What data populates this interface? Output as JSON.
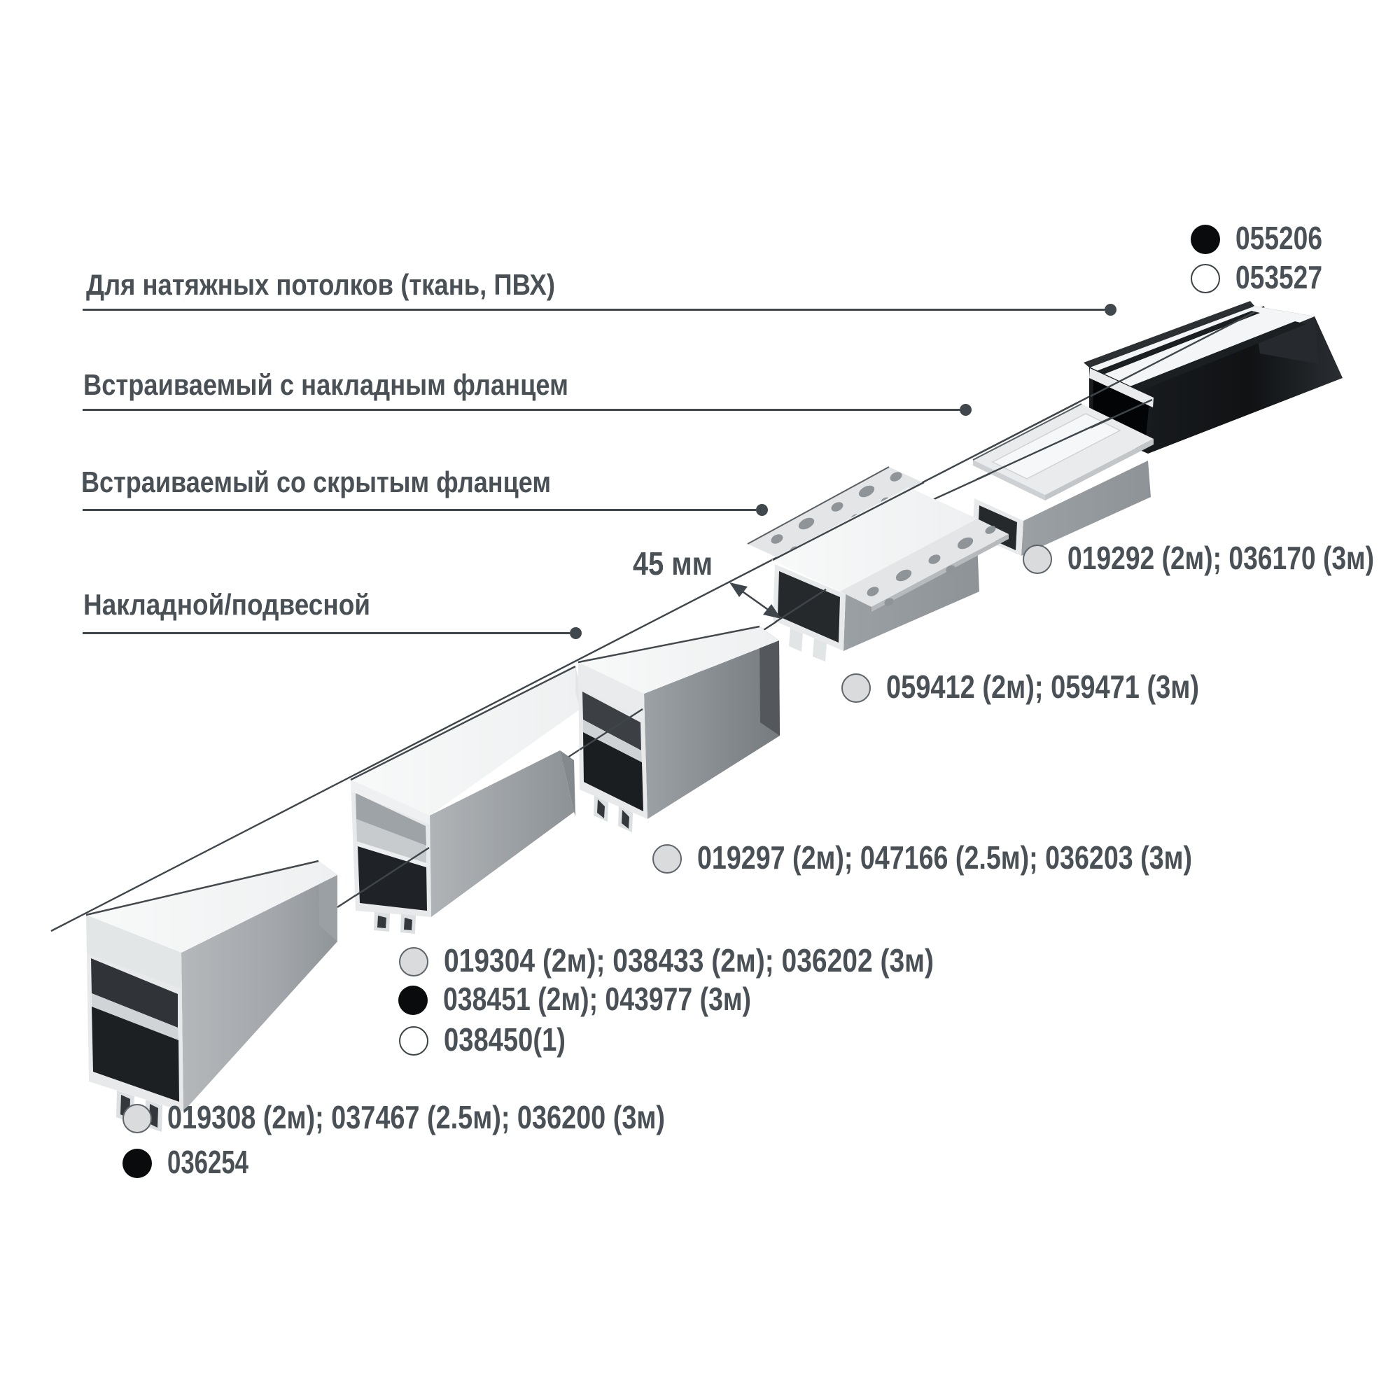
{
  "labels": [
    {
      "id": "stretch-ceiling",
      "text": "Для натяжных потолков (ткань, ПВХ)"
    },
    {
      "id": "recessed-surface-flange",
      "text": "Встраиваемый с накладным фланцем"
    },
    {
      "id": "recessed-hidden-flange",
      "text": "Встраиваемый со скрытым фланцем"
    },
    {
      "id": "surface-suspended",
      "text": "Накладной/подвесной"
    }
  ],
  "dimension": {
    "text": "45 мм"
  },
  "products": [
    {
      "bullet": "black",
      "text": "055206"
    },
    {
      "bullet": "white",
      "text": "053527"
    },
    {
      "bullet": "gray",
      "text": "019292 (2м); 036170 (3м)"
    },
    {
      "bullet": "gray",
      "text": "059412 (2м); 059471 (3м)"
    },
    {
      "bullet": "gray",
      "text": "019297 (2м); 047166 (2.5м); 036203 (3м)"
    },
    {
      "bullet": "gray",
      "text": "019304 (2м); 038433 (2м); 036202 (3м)"
    },
    {
      "bullet": "black",
      "text": "038451 (2м); 043977 (3м)"
    },
    {
      "bullet": "white",
      "text": "038450(1)"
    },
    {
      "bullet": "gray",
      "text": "019308 (2м); 037467 (2.5м); 036200 (3м)"
    },
    {
      "bullet": "black",
      "text": "036254"
    }
  ],
  "colors": {
    "text": "#4a5156",
    "line": "#41484d",
    "bullet_gray": "#d9dbdd",
    "bullet_black": "#0a0b0c",
    "bullet_white": "#ffffff",
    "aluminum_light": "#e8eaec",
    "aluminum_mid": "#9ba0a4",
    "diffuser_white": "#f6f7f8",
    "cavity_dark": "#232629",
    "black_profile": "#141619"
  }
}
